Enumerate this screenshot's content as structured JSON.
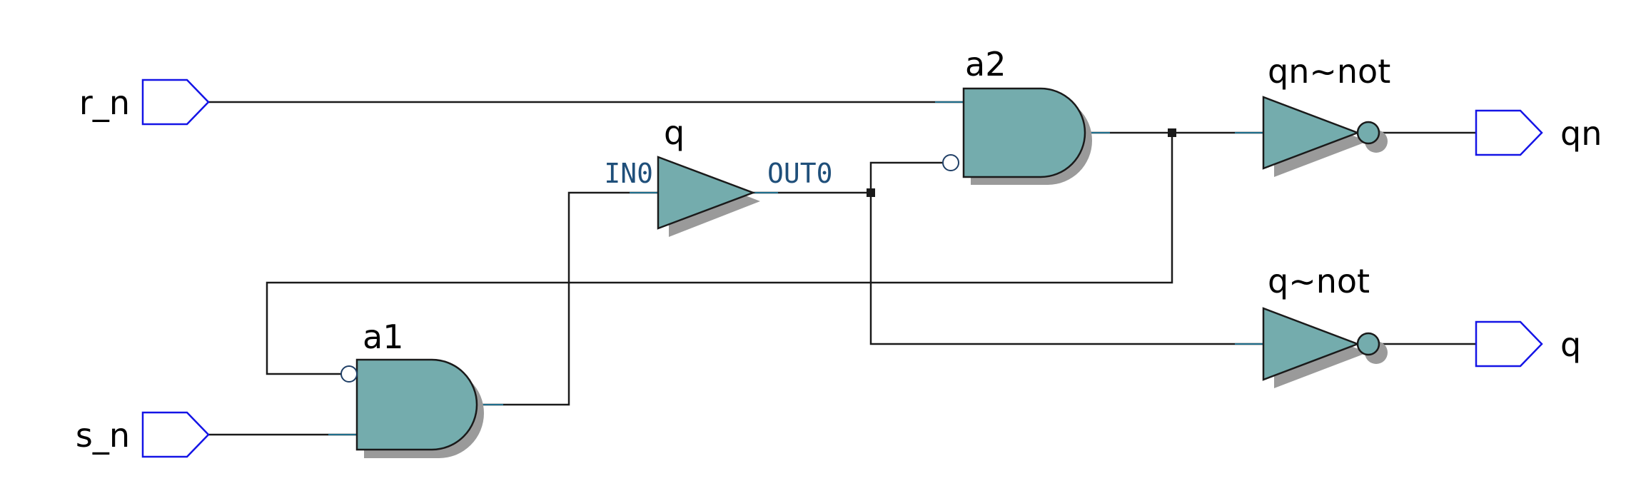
{
  "ports": {
    "r_n": "r_n",
    "s_n": "s_n",
    "qn": "qn",
    "q": "q"
  },
  "gates": {
    "a1": "a1",
    "a2": "a2",
    "buffer": "q",
    "inv_qn": "qn~not",
    "inv_q": "q~not"
  },
  "pins": {
    "buffer_in": "IN0",
    "buffer_out": "OUT0"
  },
  "colors": {
    "gate_fill": "#74acad",
    "port_stroke": "#1414e6",
    "wire": "#1a1a1a",
    "shadow": "#9a9a9a"
  }
}
